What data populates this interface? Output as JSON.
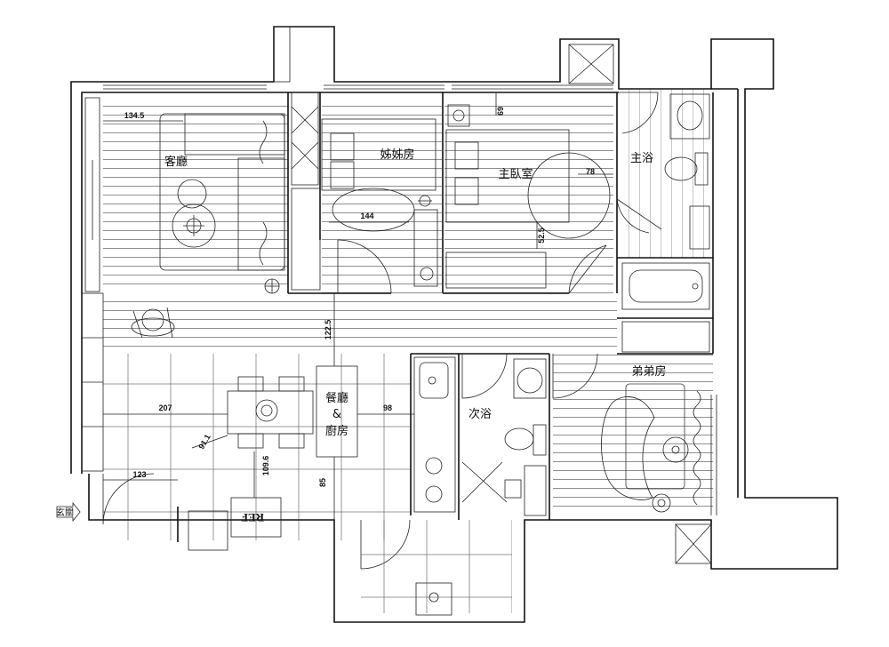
{
  "rooms": {
    "living_room": "客廳",
    "sister_room": "姊姊房",
    "master_bedroom": "主臥室",
    "master_bath": "主浴",
    "younger_brother_room": "弟弟房",
    "second_bath": "次浴",
    "dining": "餐廳",
    "ampersand": "&",
    "kitchen": "廚房"
  },
  "dimensions": {
    "living_width": "134.5",
    "sister_desk": "144",
    "master_top": "69",
    "master_right": "78",
    "master_bottom": "52.5",
    "corridor": "122.5",
    "dining_left": "207",
    "dining_right": "98",
    "diag": "91.1",
    "fridge_gap": "109.6",
    "entry_width": "123",
    "kitchen_gap": "85"
  },
  "fixtures": {
    "fridge_label": "REF"
  },
  "entrance": {
    "label": "玄關"
  }
}
